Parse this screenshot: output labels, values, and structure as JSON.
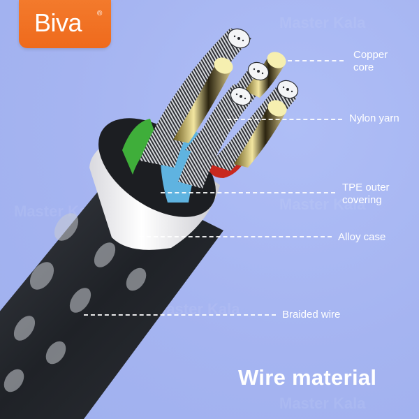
{
  "brand": {
    "name": "Biva",
    "registered_mark": "®",
    "color": "#f07022"
  },
  "background_color": "#a7b6f2",
  "headline": "Wire material",
  "callouts": [
    {
      "id": "copper-core",
      "lines": [
        "Copper",
        "core"
      ]
    },
    {
      "id": "nylon-yarn",
      "lines": [
        "Nylon yarn"
      ]
    },
    {
      "id": "tpe-outer-covering",
      "lines": [
        "TPE outer",
        "covering"
      ]
    },
    {
      "id": "alloy-case",
      "lines": [
        "Alloy case"
      ]
    },
    {
      "id": "braided-wire",
      "lines": [
        "Braided wire"
      ]
    }
  ],
  "watermark": "Master Kala",
  "colors": {
    "braid": "#2a2d33",
    "alloy": "#f2f2f4",
    "blue_core": "#5fb3e0",
    "green_core": "#3fae3a",
    "red_core": "#c8281e",
    "copper_tip": "#f6efb0",
    "nylon_strand": "#b9bcc4"
  }
}
